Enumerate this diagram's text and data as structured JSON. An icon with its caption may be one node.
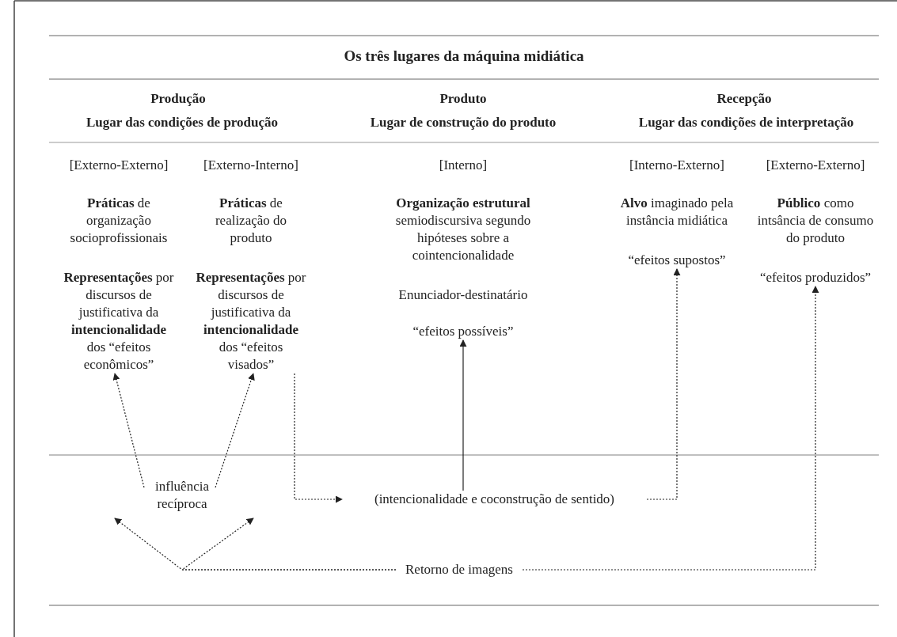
{
  "diagram": {
    "title": "Os três lugares da máquina midiática",
    "nodes": [
      {
        "text": [
          "[Externo-Externo]",
          "**Práticas** de organização socioprofissionais",
          "**Representações** por discursos de justificativa da **intencionalidade** dos “efeitos econômicos”"
        ]
      },
      {
        "text": [
          "[Externo-Interno]",
          "**Práticas** de realização do produto",
          "**Representações** por discursos de justificativa da **intencionalidade** dos “efeitos visados”"
        ]
      },
      {
        "text": [
          "[Interno]",
          "**Organização estrutural** semiodiscursiva segundo hipóteses sobre a cointencionalidade",
          "Enunciador-destinatário",
          "“efeitos possíveis”"
        ]
      },
      {
        "text": [
          "[Interno-Externo]",
          "**Alvo** imaginado pela instância midiática",
          "“efeitos supostos”"
        ]
      },
      {
        "text": [
          "[Externo-Externo]",
          "**Público** como intsância de consumo do produto",
          "“efeitos produzidos”"
        ]
      },
      {
        "text": [
          "influência recíproca"
        ]
      },
      {
        "text": [
          "(intencionalidade e coconstrução de sentido)"
        ]
      },
      {
        "text": [
          "Retorno de imagens"
        ]
      }
    ],
    "edges": [
      {
        "from": 5,
        "to": 0,
        "arrow": "to",
        "style": "dashed"
      },
      {
        "from": 5,
        "to": 1,
        "arrow": "to",
        "style": "dashed"
      },
      {
        "from": 1,
        "to": 6,
        "arrow": "to",
        "style": "dashed"
      },
      {
        "from": 6,
        "to": 2,
        "arrow": "to"
      },
      {
        "from": 6,
        "to": 3,
        "arrow": "to",
        "style": "dashed"
      },
      {
        "from": 7,
        "to": 4,
        "arrow": "to",
        "style": "dashed"
      },
      {
        "from": 7,
        "to": null,
        "arrow": "to",
        "style": "dashed"
      },
      {
        "from": 7,
        "to": null,
        "arrow": "to",
        "style": "dashed"
      }
    ],
    "labels": [
      "Produção",
      "Produto",
      "Recepção",
      "Lugar das condições de produção",
      "Lugar de construção do produto",
      "Lugar das condições de interpretação"
    ]
  }
}
